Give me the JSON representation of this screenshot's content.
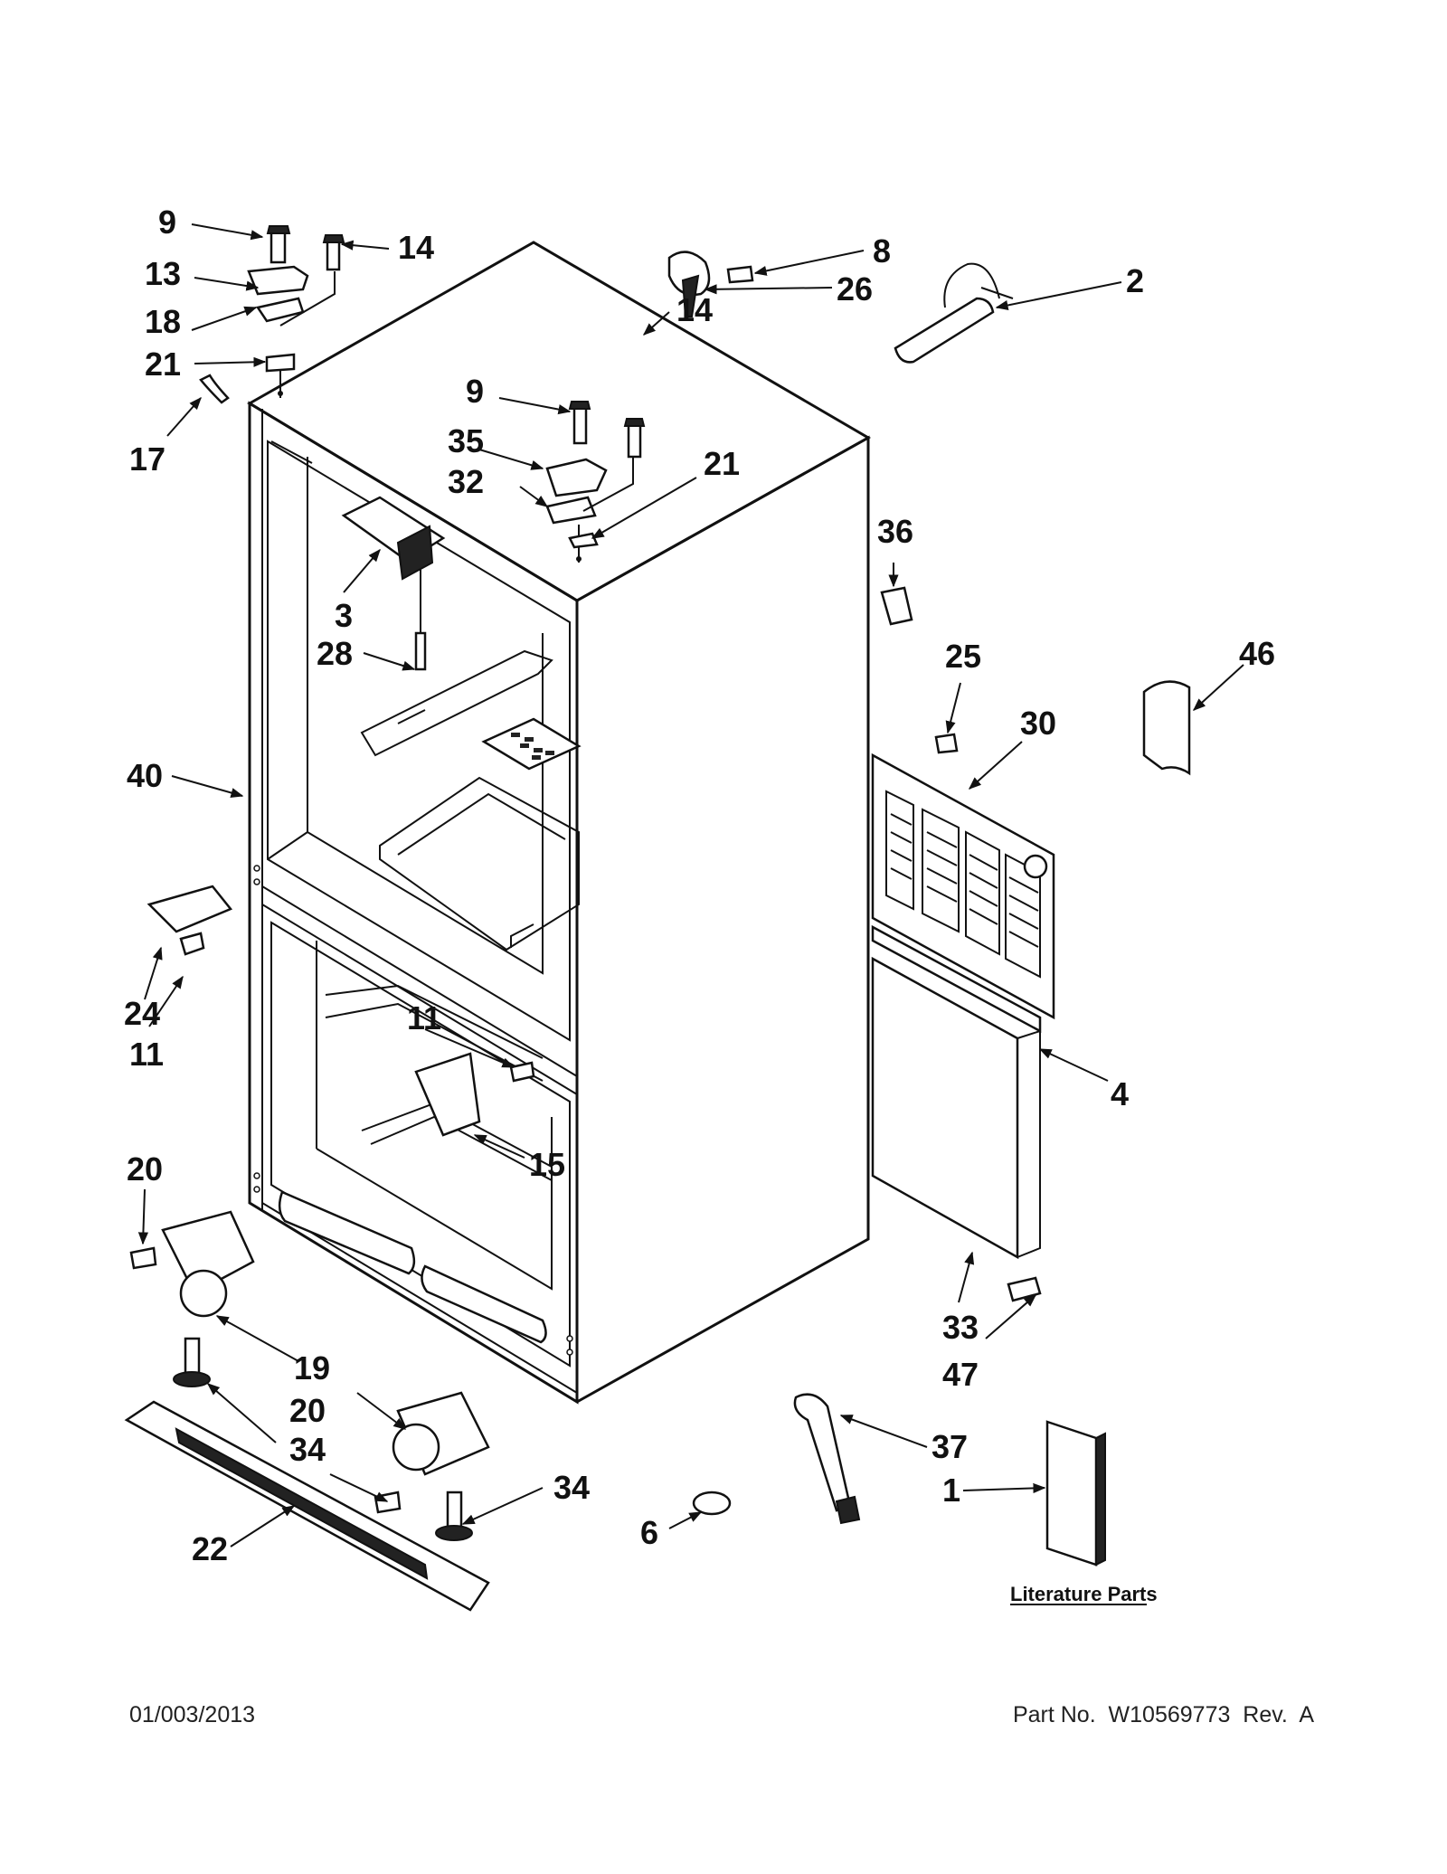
{
  "callouts": [
    {
      "id": "c9a",
      "text": "9"
    },
    {
      "id": "c14a",
      "text": "14"
    },
    {
      "id": "c13",
      "text": "13"
    },
    {
      "id": "c18",
      "text": "18"
    },
    {
      "id": "c21a",
      "text": "21"
    },
    {
      "id": "c17",
      "text": "17"
    },
    {
      "id": "c8",
      "text": "8"
    },
    {
      "id": "c26",
      "text": "26"
    },
    {
      "id": "c2",
      "text": "2"
    },
    {
      "id": "c9b",
      "text": "9"
    },
    {
      "id": "c14b",
      "text": "14"
    },
    {
      "id": "c35",
      "text": "35"
    },
    {
      "id": "c32",
      "text": "32"
    },
    {
      "id": "c21b",
      "text": "21"
    },
    {
      "id": "c36",
      "text": "36"
    },
    {
      "id": "c3",
      "text": "3"
    },
    {
      "id": "c28",
      "text": "28"
    },
    {
      "id": "c25",
      "text": "25"
    },
    {
      "id": "c30",
      "text": "30"
    },
    {
      "id": "c46",
      "text": "46"
    },
    {
      "id": "c40",
      "text": "40"
    },
    {
      "id": "c24",
      "text": "24"
    },
    {
      "id": "c11a",
      "text": "11"
    },
    {
      "id": "c11b",
      "text": "11"
    },
    {
      "id": "c4",
      "text": "4"
    },
    {
      "id": "c15",
      "text": "15"
    },
    {
      "id": "c20a",
      "text": "20"
    },
    {
      "id": "c33",
      "text": "33"
    },
    {
      "id": "c47",
      "text": "47"
    },
    {
      "id": "c19",
      "text": "19"
    },
    {
      "id": "c20b",
      "text": "20"
    },
    {
      "id": "c34a",
      "text": "34"
    },
    {
      "id": "c37",
      "text": "37"
    },
    {
      "id": "c34b",
      "text": "34"
    },
    {
      "id": "c1",
      "text": "1"
    },
    {
      "id": "c6",
      "text": "6"
    },
    {
      "id": "c22",
      "text": "22"
    }
  ],
  "literature_label": "Literature Parts",
  "footer": {
    "date": "01/003/2013",
    "part": "Part No.  W10569773  Rev.  A"
  }
}
